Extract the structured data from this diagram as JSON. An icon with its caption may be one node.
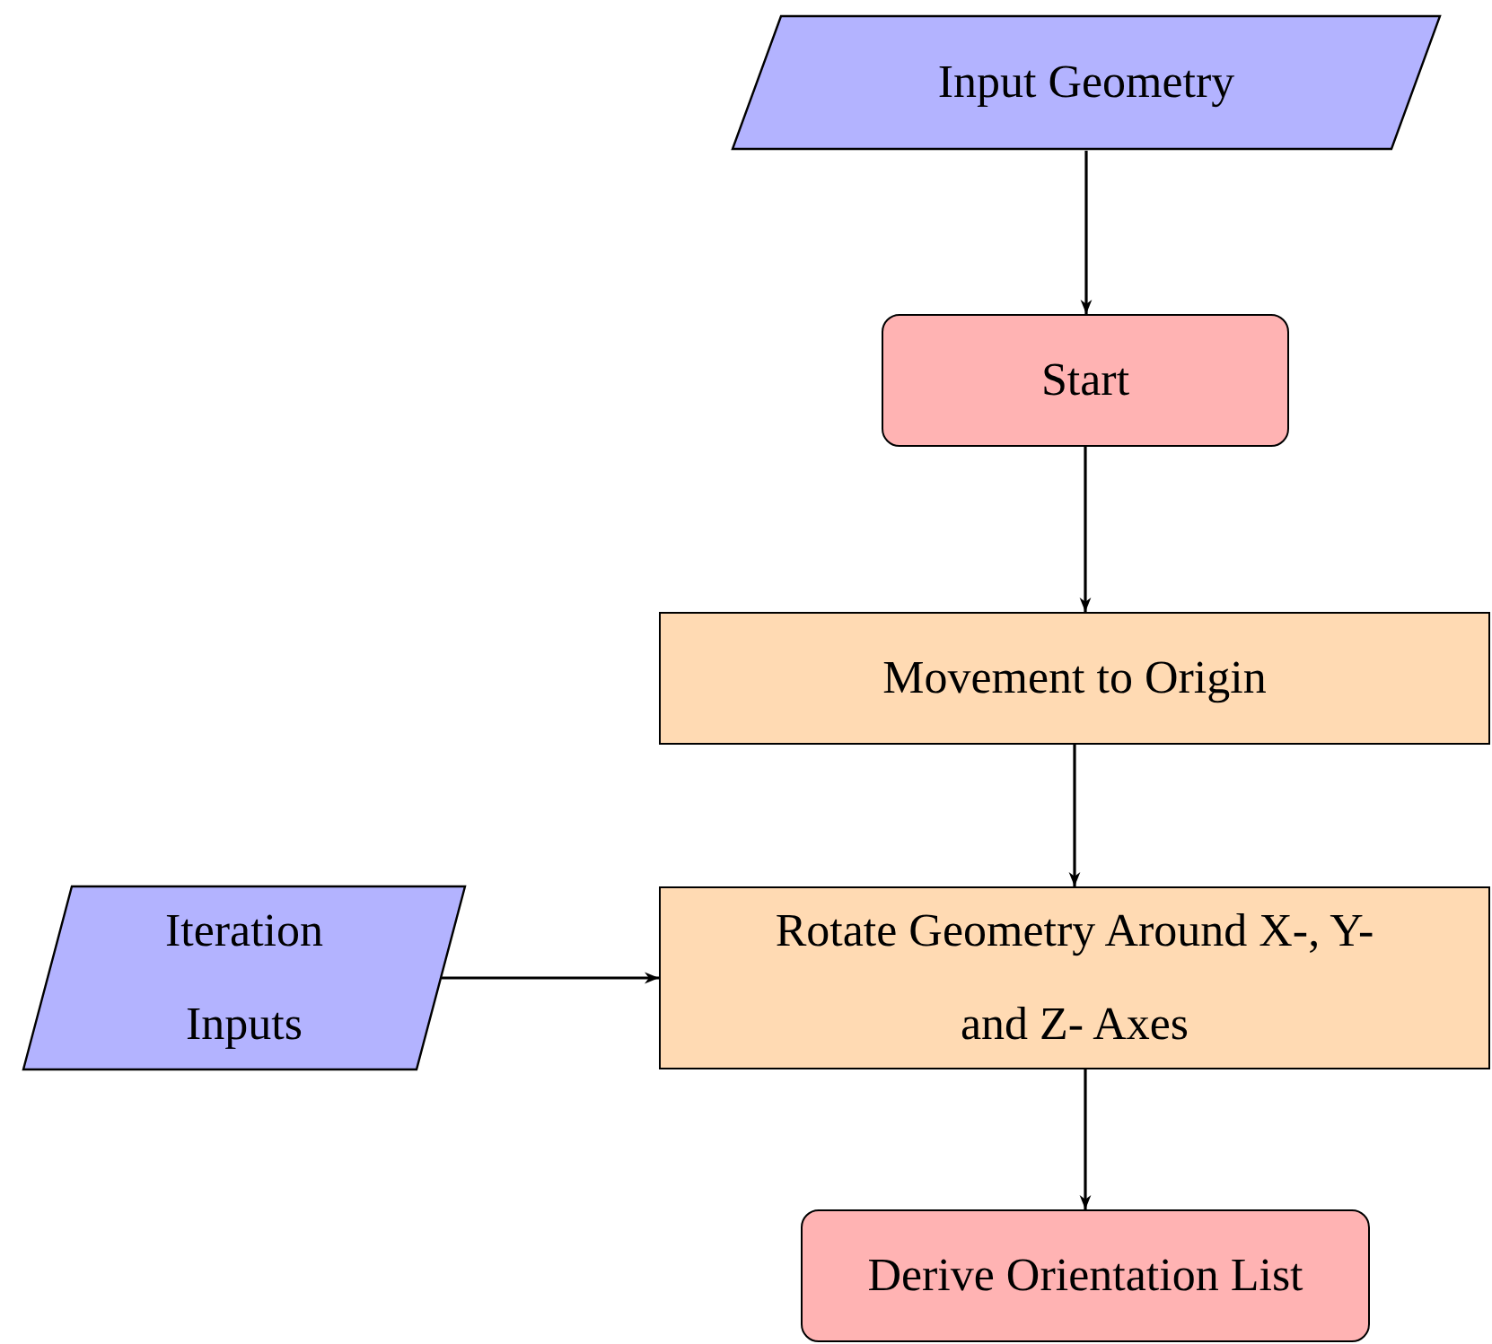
{
  "diagram": {
    "nodes": [
      {
        "text": [
          "Input Geometry"
        ]
      },
      {
        "text": [
          "Start"
        ]
      },
      {
        "text": [
          "Movement to Origin"
        ]
      },
      {
        "text": [
          "Rotate Geometry Around X-, Y- and Z- Axes"
        ]
      },
      {
        "text": [
          "Iteration Inputs"
        ]
      },
      {
        "text": [
          "Derive Orientation List"
        ]
      }
    ],
    "edges": [
      {
        "from": 0,
        "to": 1,
        "arrow": "to"
      },
      {
        "from": 1,
        "to": 2,
        "arrow": "to"
      },
      {
        "from": 2,
        "to": 3,
        "arrow": "to"
      },
      {
        "from": 4,
        "to": 3,
        "arrow": "to"
      },
      {
        "from": 3,
        "to": 5,
        "arrow": "to"
      }
    ]
  }
}
